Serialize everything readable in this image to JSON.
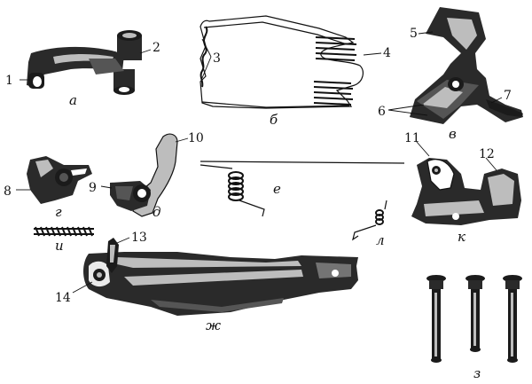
{
  "parts": [
    {
      "key": "a",
      "letter": "а",
      "numbers": [
        "1",
        "2"
      ]
    },
    {
      "key": "b",
      "letter": "б",
      "numbers": [
        "3",
        "4"
      ]
    },
    {
      "key": "v",
      "letter": "в",
      "numbers": [
        "5",
        "6",
        "7"
      ]
    },
    {
      "key": "g",
      "letter": "г",
      "numbers": [
        "8"
      ]
    },
    {
      "key": "d",
      "letter": "д",
      "numbers": [
        "9",
        "10"
      ]
    },
    {
      "key": "e",
      "letter": "е",
      "numbers": []
    },
    {
      "key": "k",
      "letter": "к",
      "numbers": [
        "11",
        "12"
      ]
    },
    {
      "key": "i",
      "letter": "и",
      "numbers": []
    },
    {
      "key": "l",
      "letter": "л",
      "numbers": []
    },
    {
      "key": "zh",
      "letter": "ж",
      "numbers": [
        "13",
        "14"
      ]
    },
    {
      "key": "z",
      "letter": "з",
      "numbers": []
    }
  ]
}
